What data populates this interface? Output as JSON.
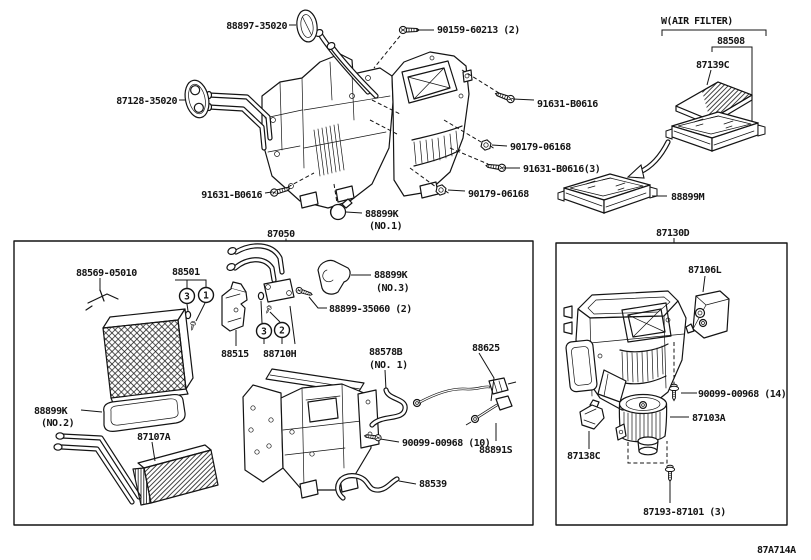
{
  "meta": {
    "code": "87A714A",
    "ink": "#141414",
    "background": "#ffffff"
  },
  "main_assembly": {
    "labels": {
      "grommet_upper": "88897-35020",
      "screw_top": "90159-60213 (2)",
      "grommet_left": "87128-35020",
      "bolt_right_upper": "91631-B0616",
      "nut_right_upper": "90179-06168",
      "bolt_right_lower": "91631-B0616(3)",
      "nut_right_lower": "90179-06168",
      "bolt_left": "91631-B0616",
      "clip_no1": "88899K",
      "clip_no1_sub": "(NO.1)"
    }
  },
  "air_filter": {
    "header": "W(AIR FILTER)",
    "assembly_no": "88508",
    "element_no": "87139C",
    "lower_case_no": "88899M"
  },
  "heater_box": {
    "title": "87050",
    "labels": {
      "clip": "88569-05010",
      "valve_kit": "88501",
      "expansion_valve": "88515",
      "tube_assy": "88710H",
      "clamp_no3": "88899K",
      "clamp_no3_sub": "(NO.3)",
      "screws_pair": "88899-35060 (2)",
      "hose_no1": "88578B",
      "hose_no1_sub": "(NO. 1)",
      "thermistor": "88625",
      "screw_ten": "90099-00968 (10)",
      "wire": "88891S",
      "hose_drain": "88539",
      "packing_no2": "88899K",
      "packing_no2_sub": "(NO.2)",
      "heater_core": "87107A"
    },
    "callouts": [
      "3",
      "1",
      "3",
      "2"
    ]
  },
  "blower_box": {
    "title": "87130D",
    "labels": {
      "servo_motor": "87106L",
      "screw_fourteen": "90099-00968 (14)",
      "blower_motor": "87103A",
      "resistor": "87138C",
      "screw_three": "87193-87101 (3)"
    }
  }
}
